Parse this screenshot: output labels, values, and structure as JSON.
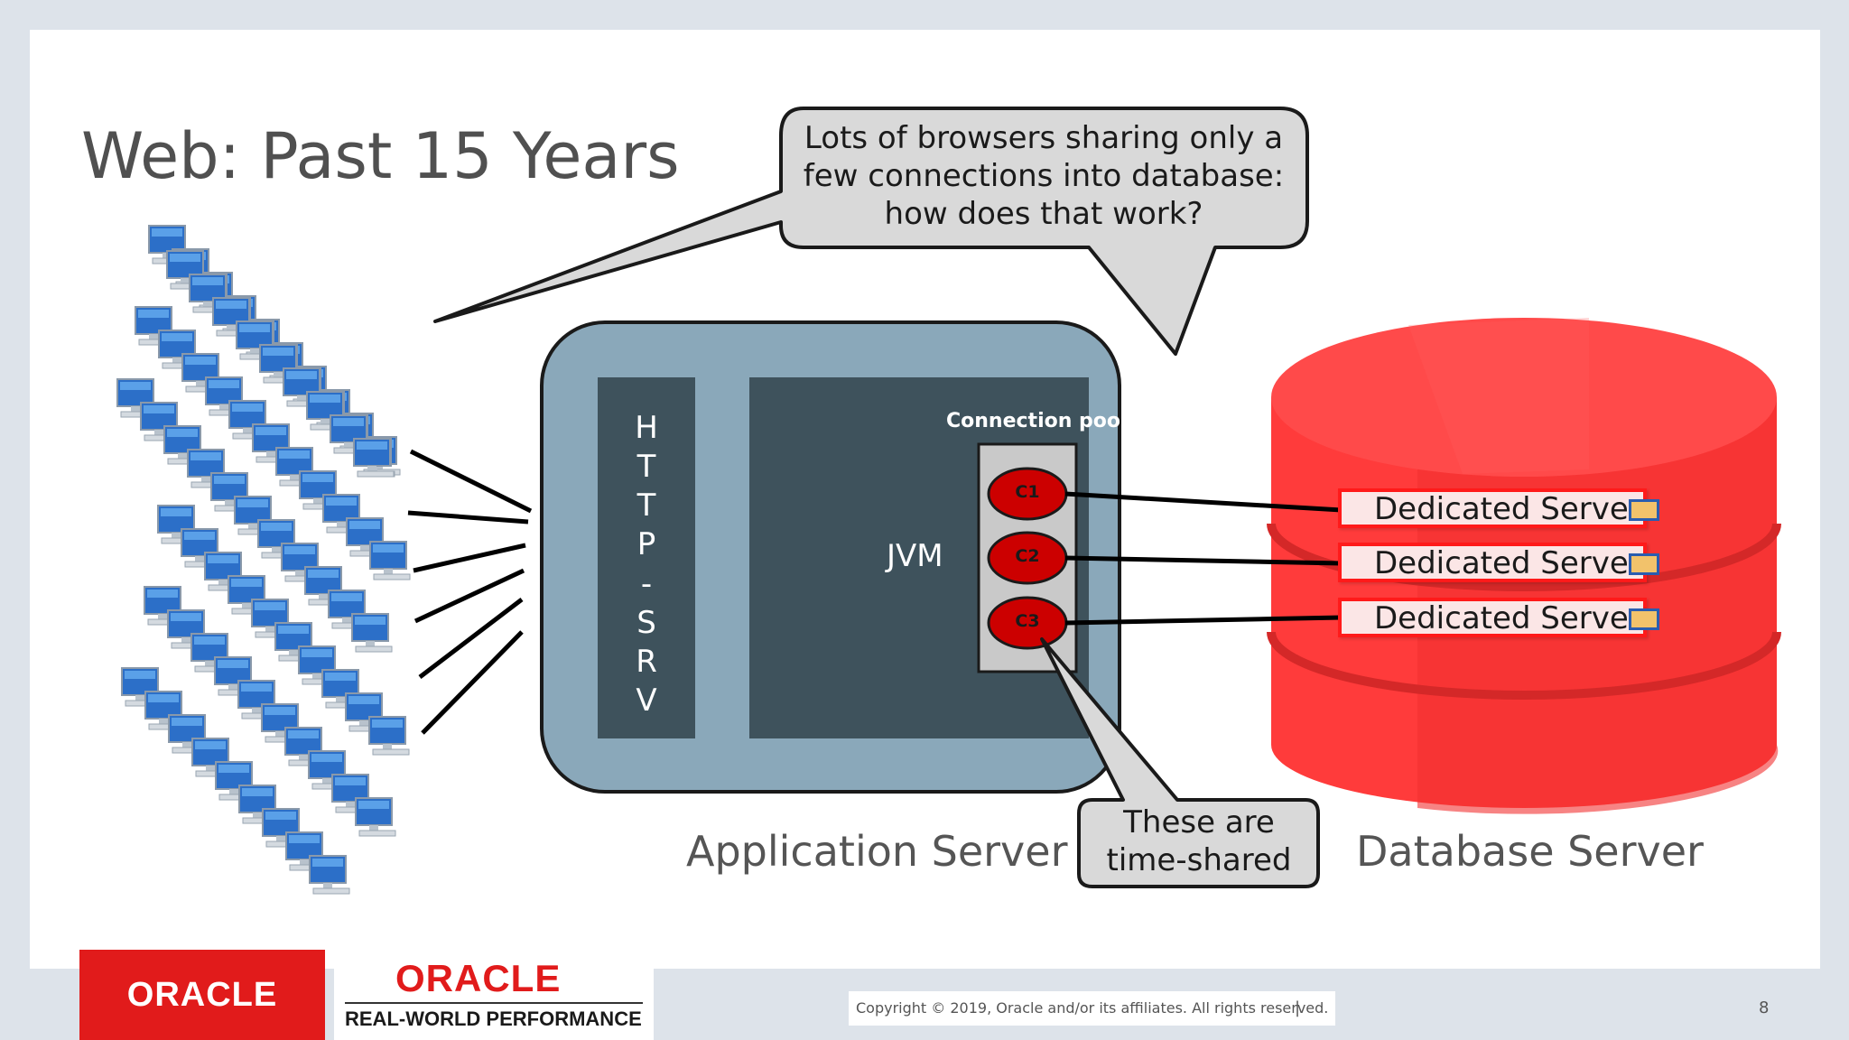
{
  "slide": {
    "title": "Web: Past 15 Years",
    "callout_top": {
      "lines": [
        "Lots of browsers sharing only a",
        "few connections into database:",
        "how does that work?"
      ]
    },
    "callout_bottom": {
      "lines": [
        "These are",
        "time-shared"
      ]
    },
    "app_server": {
      "label": "Application Server",
      "http_letters": [
        "H",
        "T",
        "T",
        "P",
        "-",
        "S",
        "R",
        "V"
      ],
      "jvm_label": "JVM",
      "pool_label": "Connection pool",
      "connections": [
        "C1",
        "C2",
        "C3"
      ]
    },
    "db_server": {
      "label": "Database Server",
      "dedicated_servers": [
        "Dedicated Server",
        "Dedicated Server",
        "Dedicated Server"
      ]
    },
    "colors": {
      "db_red": "#ff3b3b",
      "app_outer": "#8aa8ba",
      "app_inner": "#3e525c",
      "conn_red": "#cc0000"
    }
  },
  "footer": {
    "oracle_logo": "ORACLE",
    "rwp_logo_top": "ORACLE",
    "rwp_logo_bottom": "REAL-WORLD PERFORMANCE",
    "copyright": "Copyright © 2019, Oracle and/or its affiliates. All rights reserved.",
    "separator": "|",
    "page_number": "8"
  }
}
